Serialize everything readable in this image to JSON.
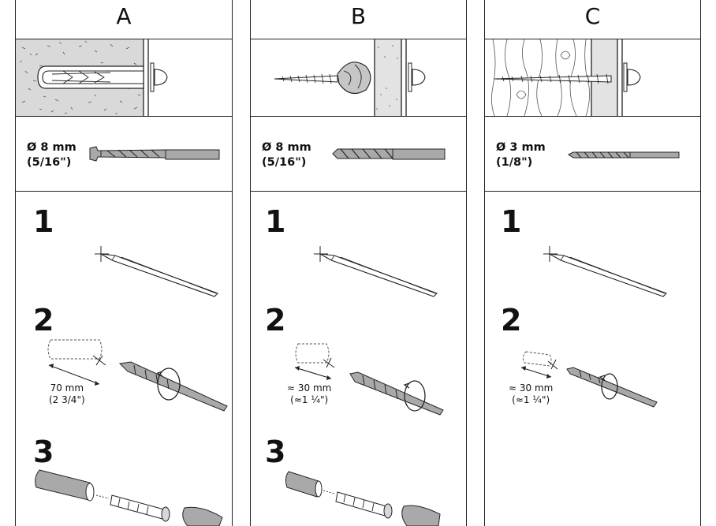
{
  "columns": [
    {
      "letter": "A",
      "bit_size": "Ø 8 mm",
      "bit_size_inch": "(5/16\")",
      "step_depth": "70 mm",
      "step_depth_inch": "(2 3/4\")",
      "steps": [
        "1",
        "2",
        "3"
      ]
    },
    {
      "letter": "B",
      "bit_size": "Ø 8 mm",
      "bit_size_inch": "(5/16\")",
      "step_depth": "≈ 30 mm",
      "step_depth_inch": "(≈1 ¼\")",
      "steps": [
        "1",
        "2",
        "3"
      ]
    },
    {
      "letter": "C",
      "bit_size": "Ø 3 mm",
      "bit_size_inch": "(1/8\")",
      "step_depth": "≈ 30 mm",
      "step_depth_inch": "(≈1 ¼\")",
      "steps": [
        "1",
        "2"
      ]
    }
  ],
  "colors": {
    "line": "#222222",
    "gray": "#a9a9a9",
    "light_gray": "#d7d7d7",
    "background": "#ffffff"
  }
}
